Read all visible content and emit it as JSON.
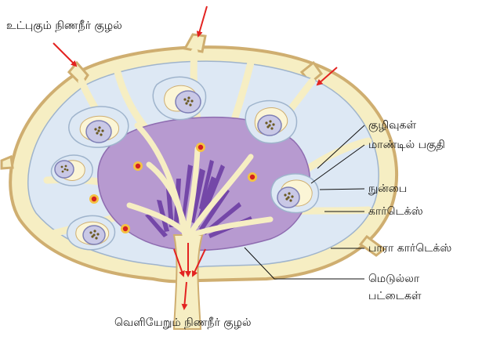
{
  "labels": {
    "afferent": "உட்புகும் நிணநீர் குழல்",
    "efferent": "வெளியேறும் நிணநீர் குழல்",
    "sinuses": "குழிவுகள்",
    "hilum_region": "மாண்டில் பகுதி",
    "follicle": "நுன்பை",
    "cortex": "கார்டெக்ஸ்",
    "paracortex": "பாரா கார்டெக்ஸ்",
    "medulla_line1": "மெடுல்லா",
    "medulla_line2": "பட்டைகள்"
  },
  "colors": {
    "capsule": "#f6eec3",
    "capsule_edge": "#cfae70",
    "capsule_dark": "#d6b77c",
    "sinus": "#dde8f4",
    "sinus_edge": "#9fb4cc",
    "medulla": "#b79ad0",
    "medulla_edge": "#8e6cb0",
    "cords": "#7447a8",
    "germinal": "#c9c8e6",
    "germinal_edge": "#7e7fb6",
    "arrow": "#e32321",
    "vessel_ring": "#f4c242"
  }
}
